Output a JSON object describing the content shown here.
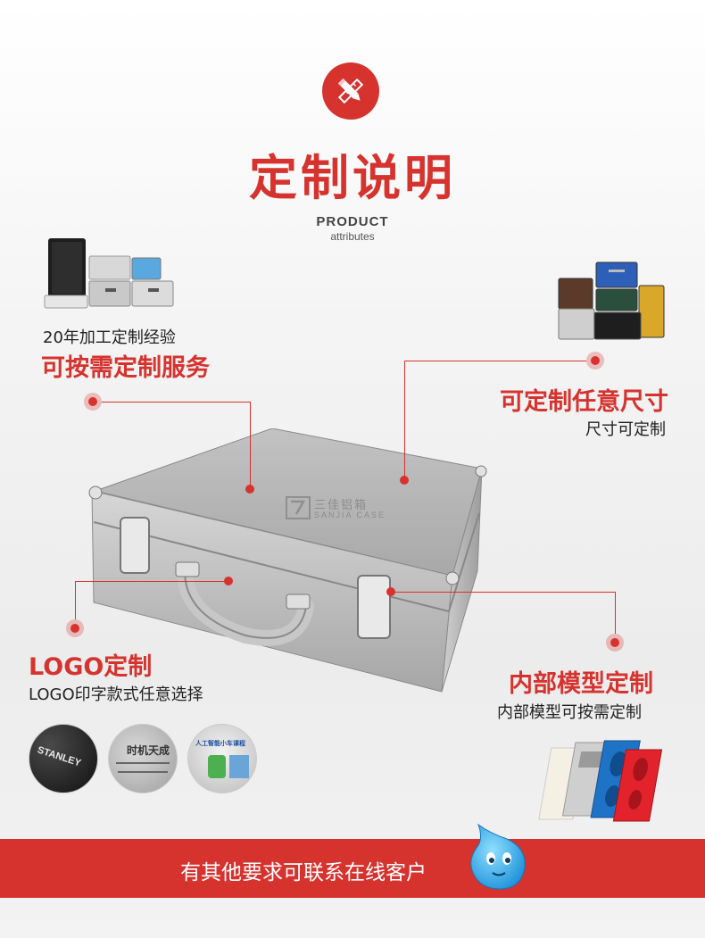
{
  "header": {
    "title": "定制说明",
    "subtitle_en_bold": "PRODUCT",
    "subtitle_en": "attributes",
    "icon": "pencil-ruler-icon"
  },
  "features": {
    "experience": {
      "small": "20年加工定制经验",
      "big": "可按需定制服务"
    },
    "size": {
      "big": "可定制任意尺寸",
      "small": "尺寸可定制"
    },
    "logo": {
      "big": "LOGO定制",
      "small": "LOGO印字款式任意选择"
    },
    "interior": {
      "big": "内部模型定制",
      "small": "内部模型可按需定制"
    }
  },
  "case_watermark": {
    "cn": "三佳铝箱",
    "en": "SANJIA CASE"
  },
  "logo_samples": {
    "stanley": "STANLEY",
    "shiji": "时机天成",
    "sign_title": "人工智能小车课程"
  },
  "banner": {
    "text": "有其他要求可联系在线客户"
  },
  "colors": {
    "accent": "#d6332f"
  }
}
